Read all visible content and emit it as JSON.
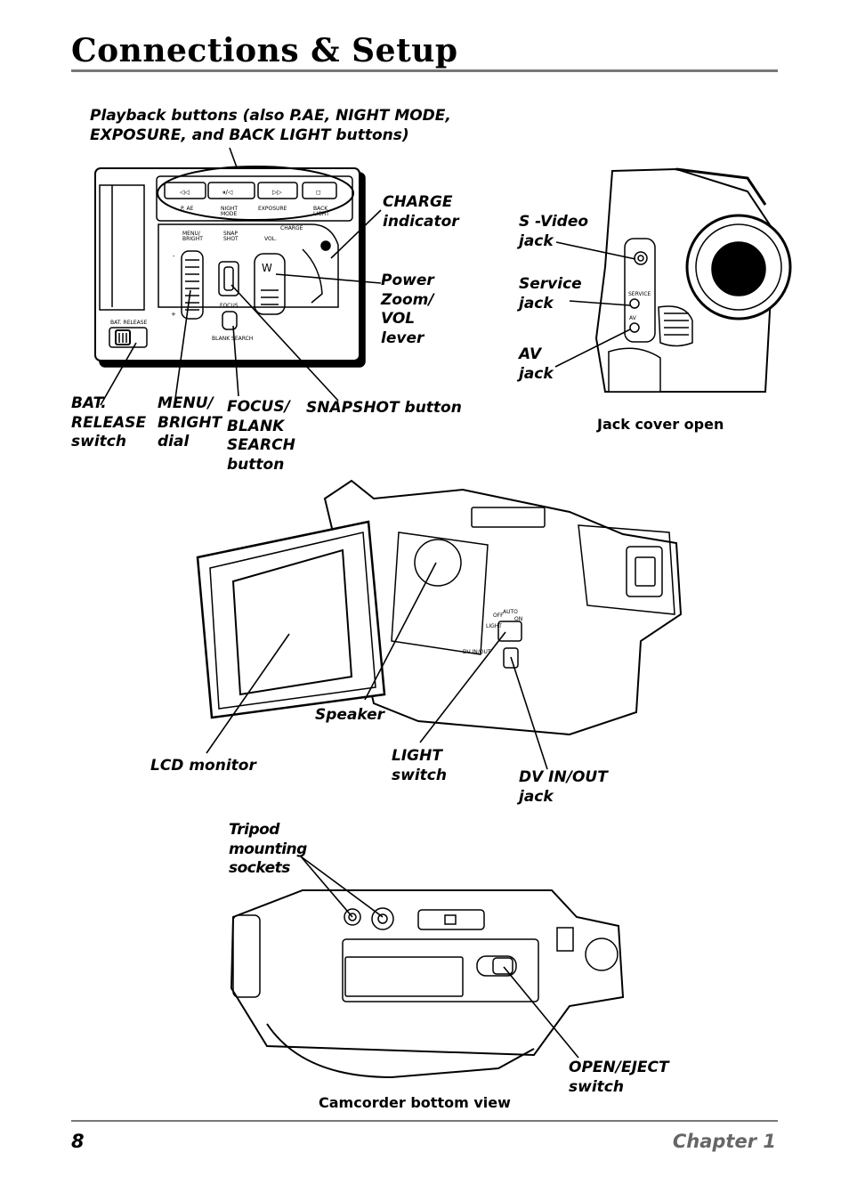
{
  "page": {
    "title": "Connections & Setup",
    "page_number": "8",
    "chapter": "Chapter 1"
  },
  "control_panel": {
    "callout_playback": "Playback buttons (also P.AE, NIGHT MODE,\nEXPOSURE, and BACK LIGHT buttons)",
    "callout_charge": "CHARGE\nindicator",
    "callout_power_zoom": "Power\nZoom/\nVOL\nlever",
    "callout_bat_release": "BAT.\nRELEASE\nswitch",
    "callout_menu": "MENU/\nBRIGHT\ndial",
    "callout_focus": "FOCUS/\nBLANK\nSEARCH\nbutton",
    "callout_snapshot": "SNAPSHOT button",
    "panel_text": {
      "pae": "P. AE",
      "night": "NIGHT",
      "mode": "MODE",
      "exposure": "EXPOSURE",
      "back": "BACK",
      "light": "LIGHT",
      "charge": "CHARGE",
      "menu": "MENU/",
      "bright": "BRIGHT",
      "snap": "SNAP",
      "shot": "SHOT",
      "vol": "VOL.",
      "focus": "FOCUS",
      "blank_search": "BLANK SEARCH",
      "bat_release": "BAT. RELEASE",
      "w": "W",
      "minus": "-",
      "plus": "+"
    }
  },
  "jack_view": {
    "callout_svideo": "S -Video\njack",
    "callout_service": "Service\njack",
    "callout_av": "AV\njack",
    "caption": "Jack cover open",
    "label_service": "SERVICE",
    "label_av": "AV"
  },
  "side_view": {
    "callout_speaker": "Speaker",
    "callout_lcd": "LCD monitor",
    "callout_light": "LIGHT\nswitch",
    "callout_dv": "DV IN/OUT\njack",
    "label_off": "OFF",
    "label_auto": "AUTO",
    "label_on": "ON",
    "label_light": "LIGHT",
    "label_dv": "DV IN/OUT"
  },
  "bottom_view": {
    "callout_tripod": "Tripod\nmounting\nsockets",
    "callout_open_eject": "OPEN/EJECT\nswitch",
    "caption": "Camcorder bottom view"
  }
}
